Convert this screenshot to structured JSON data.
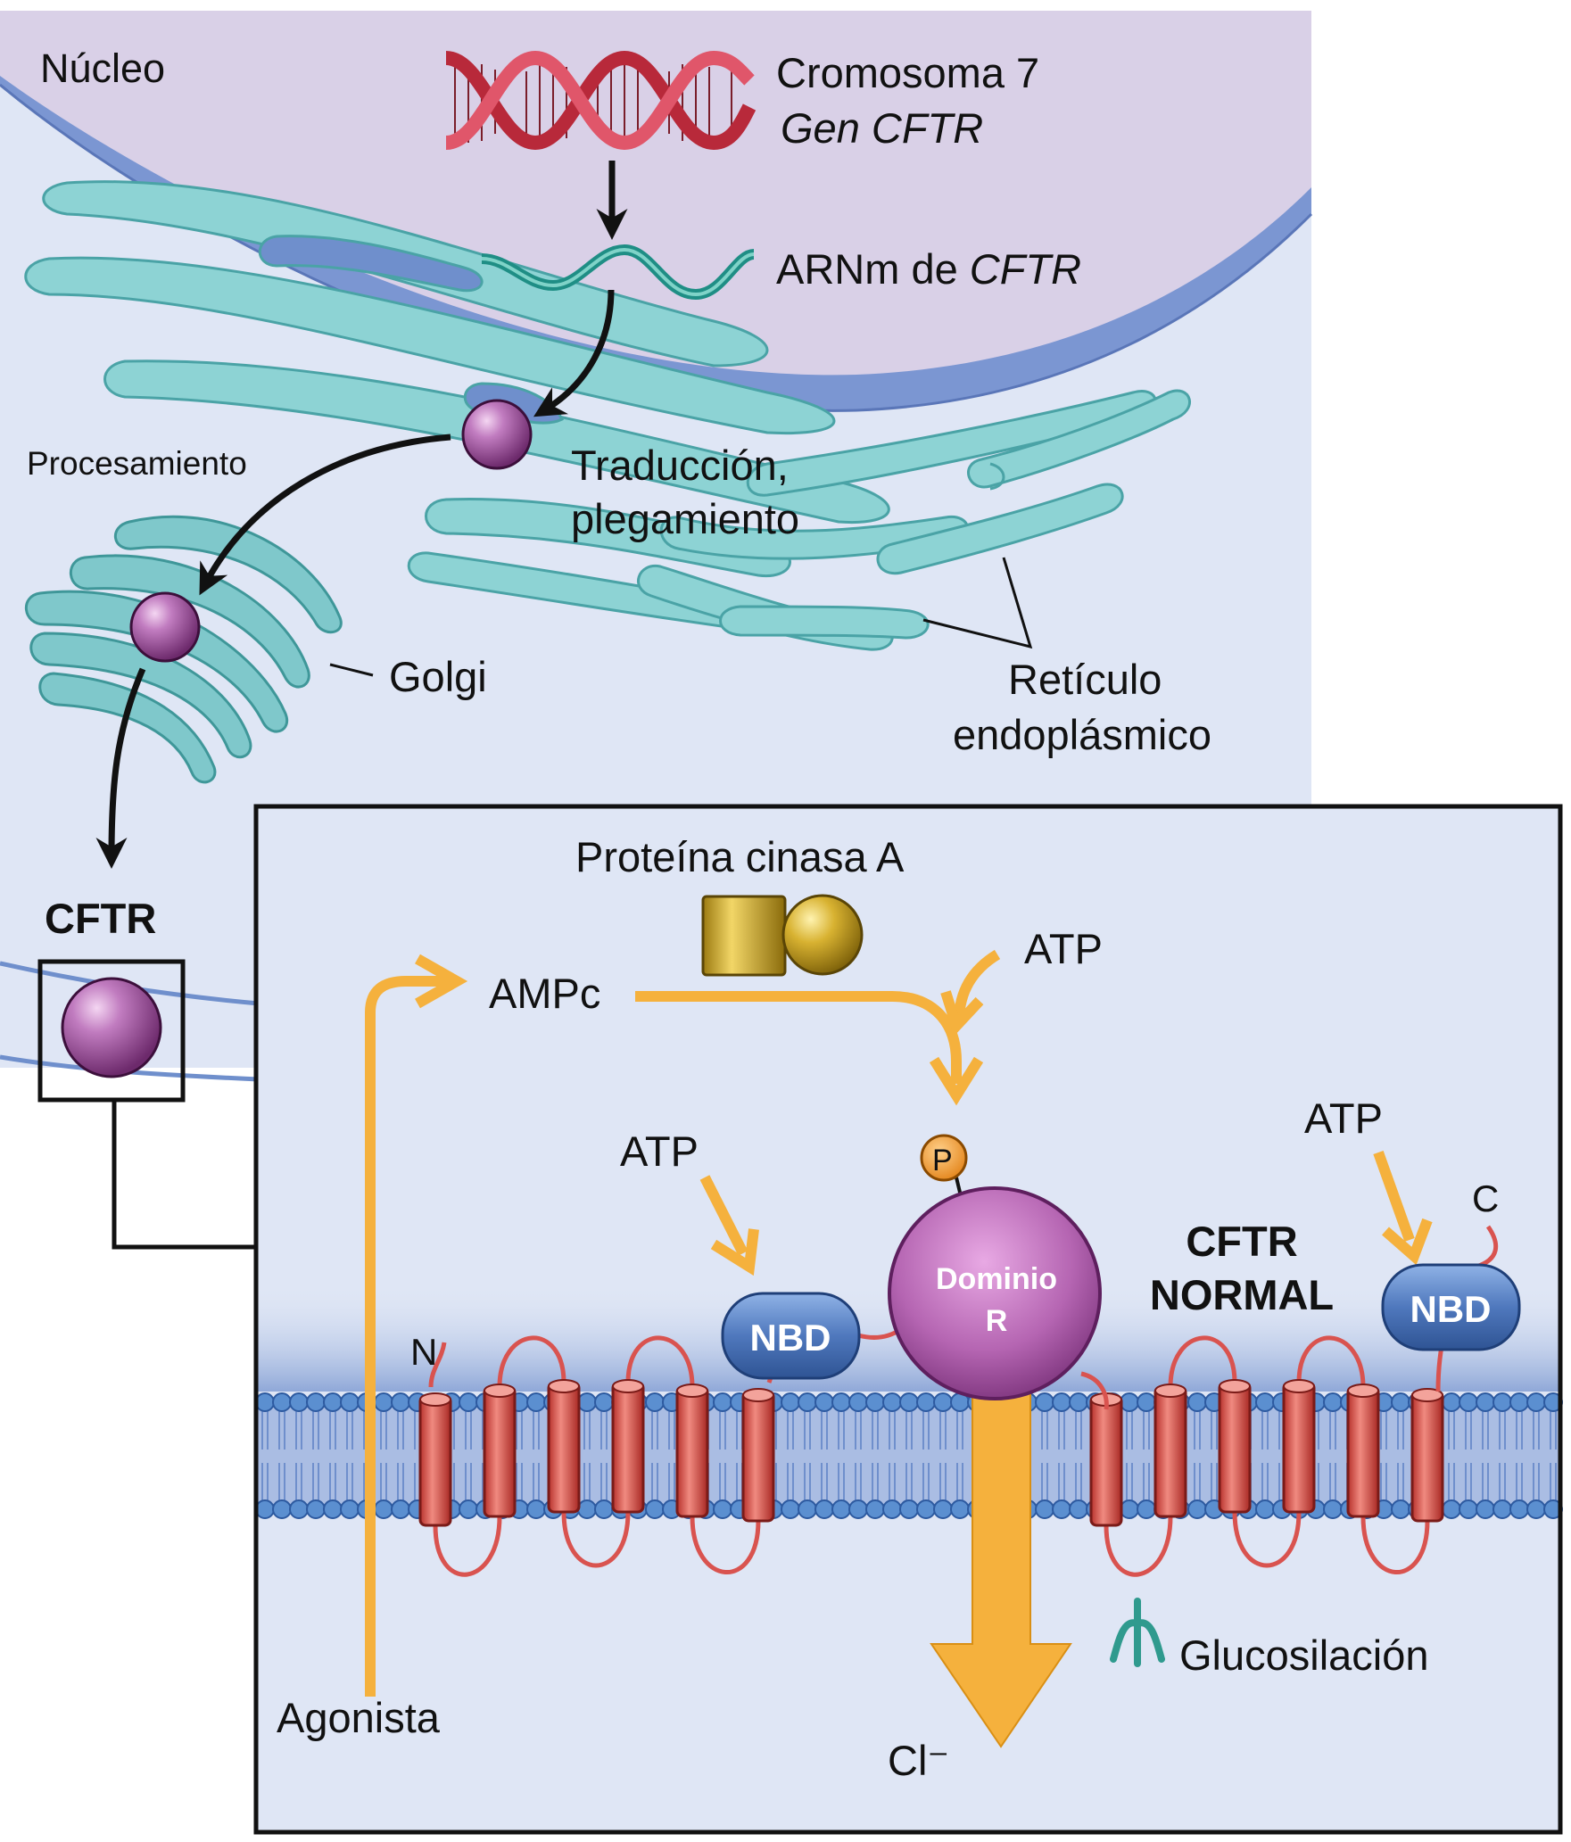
{
  "labels": {
    "nucleus": "Núcleo",
    "chromosome": "Cromosoma 7",
    "gene": "Gen CFTR",
    "mrna_prefix": "ARNm de ",
    "mrna_gene": "CFTR",
    "processing": "Procesamiento",
    "translation_line1": "Traducción,",
    "translation_line2": "plegamiento",
    "golgi": "Golgi",
    "er_line1": "Retículo",
    "er_line2": "endoplásmico",
    "cftr": "CFTR"
  },
  "inset": {
    "pka": "Proteína cinasa A",
    "camp": "AMPc",
    "atp_top": "ATP",
    "atp_left": "ATP",
    "atp_right": "ATP",
    "phosphate": "P",
    "n_terminus": "N",
    "c_terminus": "C",
    "nbd_left": "NBD",
    "nbd_right": "NBD",
    "r_domain_line1": "Dominio",
    "r_domain_line2": "R",
    "cftr_normal_line1": "CFTR",
    "cftr_normal_line2": "NORMAL",
    "glycosylation": "Glucosilación",
    "agonist": "Agonista",
    "chloride": "Cl⁻"
  },
  "colors": {
    "cytoplasm": "#dfe6f5",
    "nucleus": "#d9d0e7",
    "nuclear_envelope": "#6f8fcc",
    "er_golgi": "#88d1d3",
    "protein": "#9b4d9a",
    "helix": "#d9534f",
    "signal_arrow": "#f5b13d",
    "nbd": "#4b72b3",
    "pka": "#c9a227",
    "lipid_head": "#5b8fd0",
    "glycan": "#3fa79b"
  }
}
